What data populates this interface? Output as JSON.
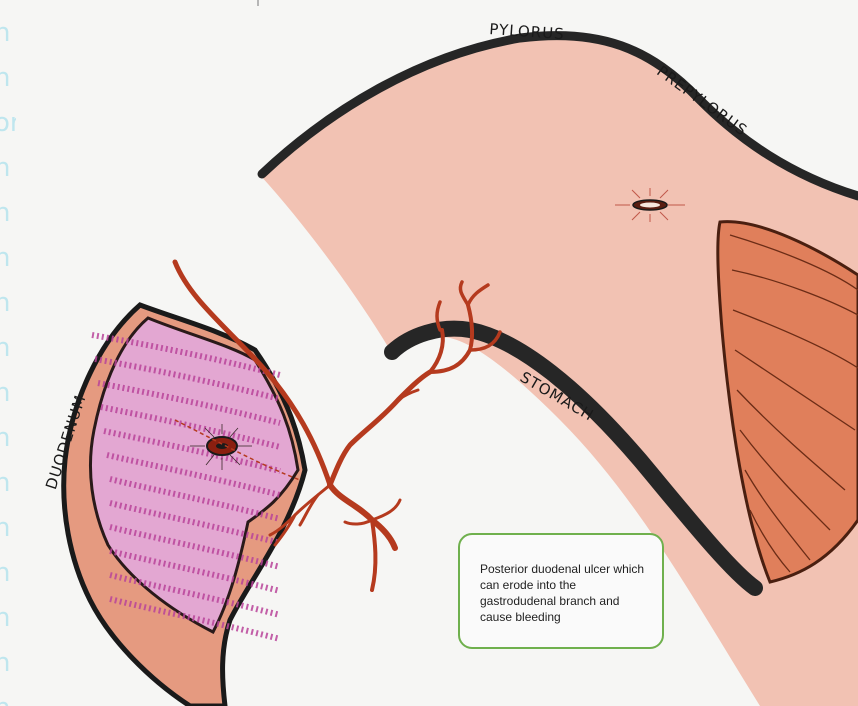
{
  "labels": {
    "pylorus": "PYLORUS",
    "prepylorus": "PREPYLORUS",
    "stomach": "STOMACH",
    "duodenum": "DUODENUM"
  },
  "callout": {
    "text": "Posterior duodenal ulcer which can erode into the gastrodudenal branch and cause bleeding"
  },
  "left_strip_chars": [
    "n",
    "n",
    "or",
    "n",
    "n",
    "n",
    "n",
    "n",
    "n",
    "n",
    "n",
    "n",
    "n",
    "n",
    "n",
    "n"
  ],
  "colors": {
    "background": "#f6f6f4",
    "stomach_fill": "#f2c2b3",
    "stomach_wall": "#262626",
    "duodenum_outer": "#e59a80",
    "mucosa": "#e3a7d2",
    "mucosa_stripes": "#b9449a",
    "artery": "#b53a1e",
    "muscle": "#e07f5b",
    "callout_border": "#6fb04d"
  }
}
